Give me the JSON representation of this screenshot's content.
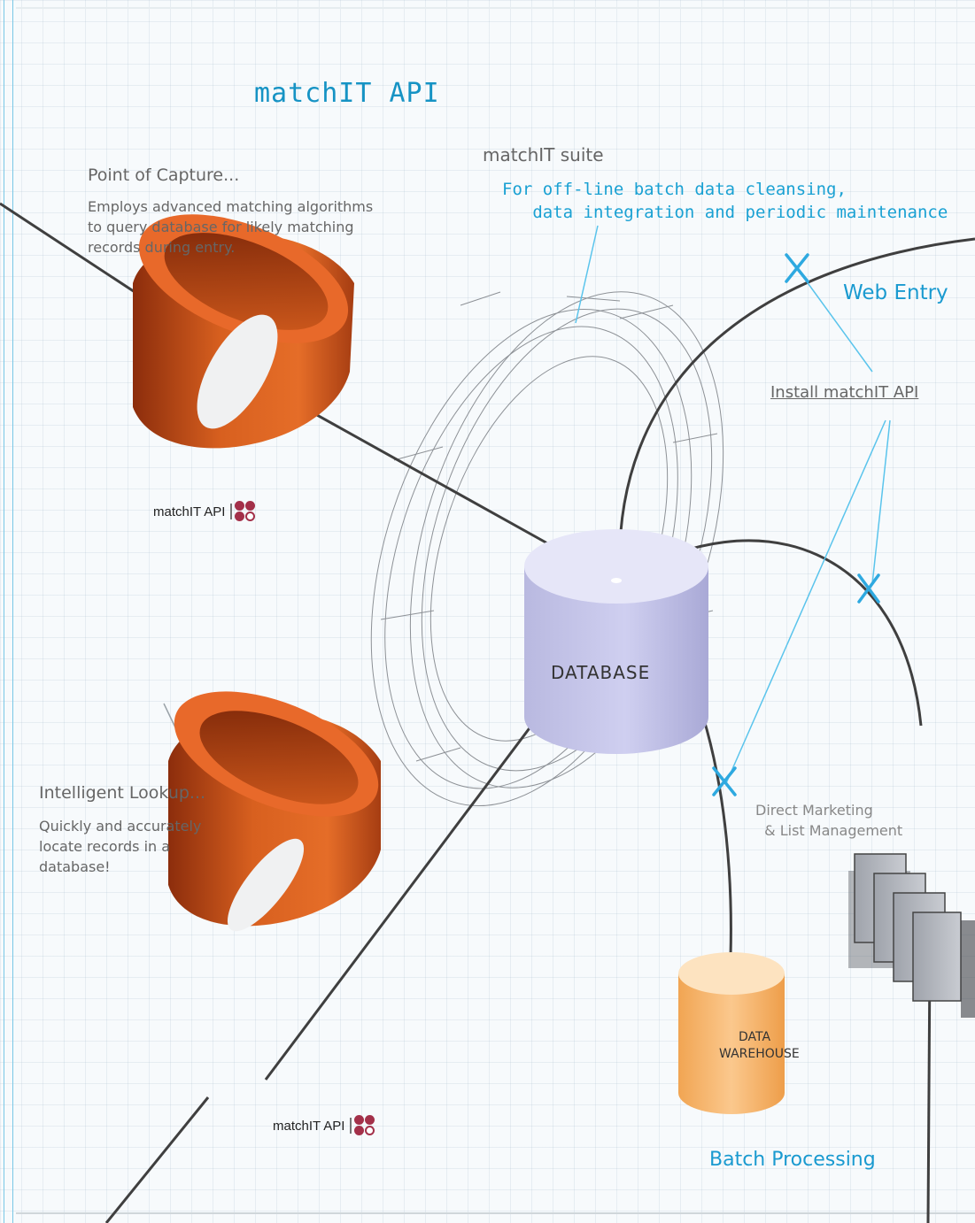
{
  "title": "matchIT API",
  "suite": {
    "name": "matchIT suite",
    "description": "For off-line batch data cleansing,\n   data integration and periodic maintenance"
  },
  "point_of_capture": {
    "heading": "Point of Capture...",
    "lines": [
      "Employs advanced matching algorithms",
      "to query database for likely matching",
      "records during entry."
    ],
    "badge": "matchIT API"
  },
  "intelligent_lookup": {
    "heading": "Intelligent Lookup...",
    "lines": [
      "Quickly and accurately",
      "locate records in a",
      "database!"
    ],
    "badge": "matchIT API"
  },
  "web_entry": "Web Entry",
  "install_api": "Install matchIT API",
  "direct_marketing": "Direct Marketing\n  & List Management",
  "batch_processing": "Batch Processing",
  "database": "DATABASE",
  "data_warehouse": "DATA WAREHOUSE",
  "colors": {
    "accent": "#1a9ad0",
    "ring": "#c8501e",
    "database": "#c8c8ea",
    "warehouse": "#f7b974",
    "logo": "#a33049"
  },
  "icons": [
    "ring-icon",
    "database-icon",
    "warehouse-icon",
    "document-stack-icon",
    "install-marker-icon",
    "api-logo-icon"
  ]
}
